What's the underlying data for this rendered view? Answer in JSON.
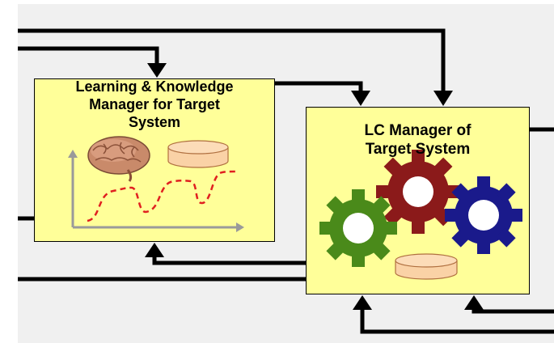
{
  "diagram": {
    "left_box": {
      "title": "Learning & Knowledge\nManager for Target\nSystem",
      "icons": [
        "brain-icon",
        "database-icon",
        "learning-curve-chart"
      ]
    },
    "right_box": {
      "title": "LC Manager of\nTarget System",
      "icons": [
        "gears-icon",
        "database-icon"
      ]
    },
    "colors": {
      "background": "#f0f0f0",
      "box_fill": "#ffff99",
      "line": "#000000",
      "gear_green": "#4a8a1a",
      "gear_red": "#8b1a1a",
      "gear_blue": "#1a1a8b",
      "database_fill": "#fad2a6",
      "curve": "#e02020",
      "chart_axes": "#9a9a9a"
    }
  }
}
